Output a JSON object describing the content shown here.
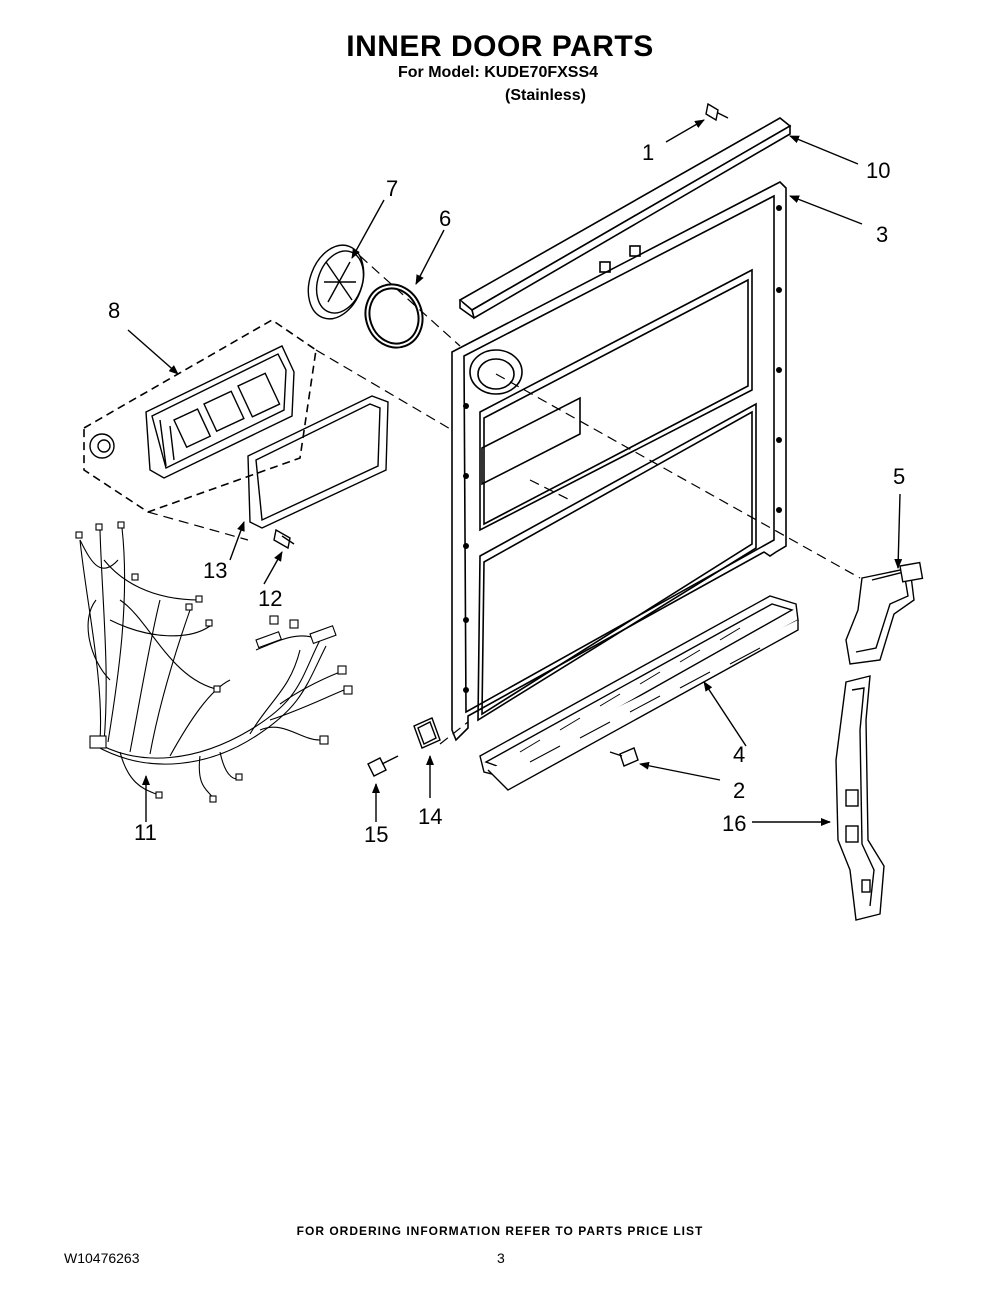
{
  "header": {
    "title": "INNER DOOR PARTS",
    "model_line": "For Model: KUDE70FXSS4",
    "finish_line": "(Stainless)"
  },
  "callouts": {
    "c1": "1",
    "c2": "2",
    "c3": "3",
    "c4": "4",
    "c5": "5",
    "c6": "6",
    "c7": "7",
    "c8": "8",
    "c10": "10",
    "c11": "11",
    "c12": "12",
    "c13": "13",
    "c14": "14",
    "c15": "15",
    "c16": "16"
  },
  "footer": {
    "ordering_note": "FOR ORDERING INFORMATION REFER TO PARTS PRICE LIST",
    "document_number": "W10476263",
    "page_number": "3"
  }
}
